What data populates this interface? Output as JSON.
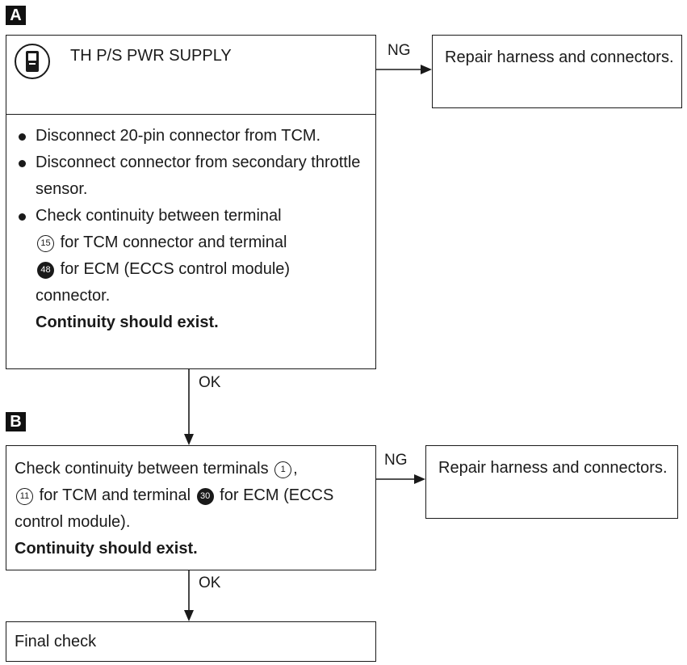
{
  "step_a": {
    "tag": "A",
    "title": "TH P/S PWR SUPPLY",
    "instructions": [
      "Disconnect 20-pin connector from TCM.",
      "Disconnect connector from secondary throttle sensor."
    ],
    "check_prefix": "Check continuity between terminal",
    "terminal_1": "15",
    "mid_1": "for TCM connector and terminal",
    "terminal_2": "48",
    "mid_2": "for ECM (ECCS control module) connector.",
    "result": "Continuity should exist.",
    "ng_label": "NG",
    "ng_action": "Repair harness and connectors.",
    "ok_label": "OK"
  },
  "step_b": {
    "tag": "B",
    "check_prefix": "Check continuity between terminals",
    "terminal_1": "1",
    "terminal_2": "11",
    "mid_1": "for TCM and terminal",
    "terminal_3": "30",
    "mid_2": "for ECM (ECCS control module).",
    "result": "Continuity should exist.",
    "ng_label": "NG",
    "ng_action": "Repair harness and connectors.",
    "ok_label": "OK"
  },
  "final": {
    "label": "Final check"
  }
}
